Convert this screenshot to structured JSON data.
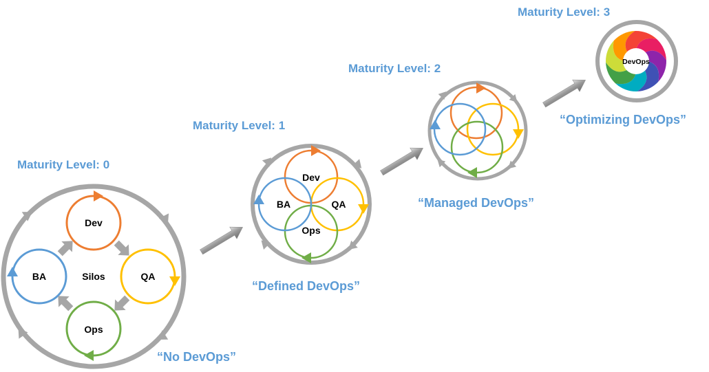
{
  "levels": [
    {
      "label": "Maturity Level: 0",
      "caption": "“No DevOps”",
      "center_label": "Silos"
    },
    {
      "label": "Maturity Level: 1",
      "caption": "“Defined DevOps”"
    },
    {
      "label": "Maturity Level: 2",
      "caption": "“Managed DevOps”"
    },
    {
      "label": "Maturity Level: 3",
      "caption": "“Optimizing DevOps”",
      "logo_text": "DevOps"
    }
  ],
  "roles": {
    "dev": "Dev",
    "qa": "QA",
    "ops": "Ops",
    "ba": "BA"
  },
  "colors": {
    "dev": "#ed7d31",
    "qa": "#ffc000",
    "ops": "#70ad47",
    "ba": "#5b9bd5",
    "ring": "#a6a6a6",
    "heading": "#5b9bd5",
    "logo_segments": [
      "#e91e63",
      "#8e24aa",
      "#3f51b5",
      "#00acc1",
      "#43a047",
      "#cddc39",
      "#ff9800",
      "#f44336"
    ]
  },
  "icons": {
    "step_arrow": "arrow-right-up-icon",
    "logo": "devops-logo-icon"
  }
}
